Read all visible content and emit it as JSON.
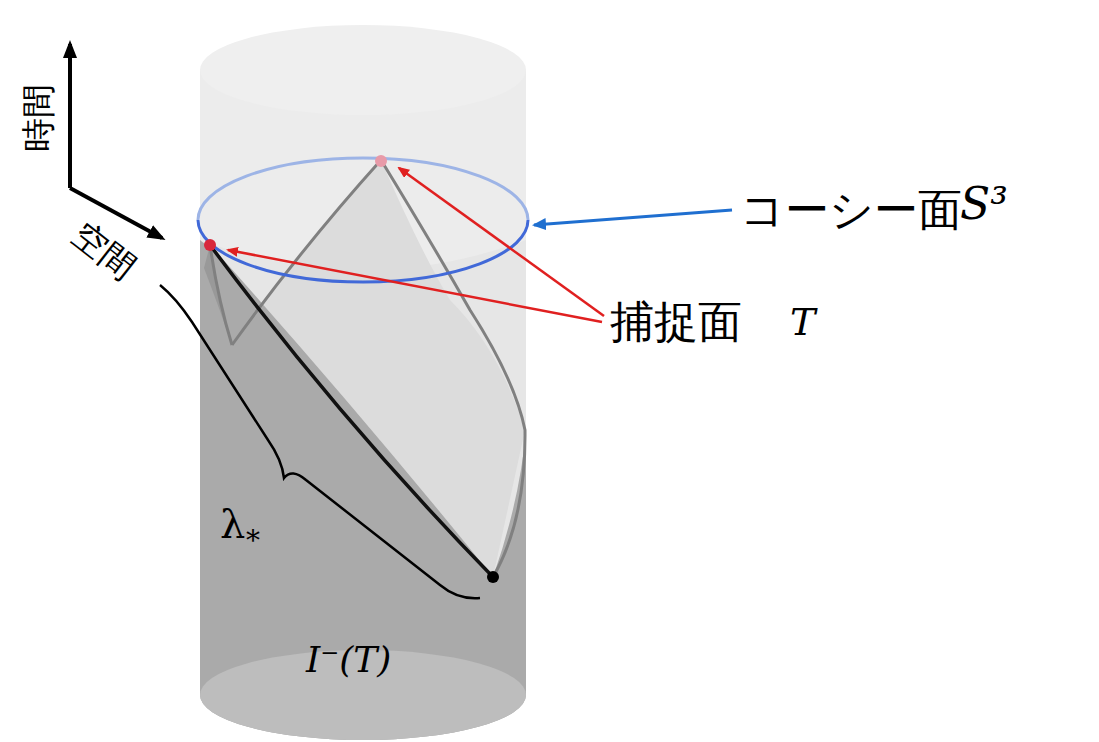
{
  "diagram": {
    "labels": [
      "時間",
      "空間",
      "コーシー面",
      "S³",
      "捕捉面",
      "T",
      "λ",
      "*",
      "I⁻(T)"
    ]
  }
}
